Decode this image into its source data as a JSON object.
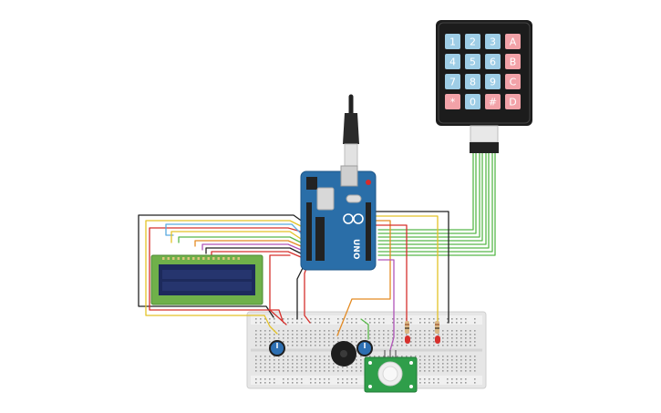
{
  "keypad": {
    "rows": [
      [
        {
          "label": "1",
          "color": "#9ecde6"
        },
        {
          "label": "2",
          "color": "#9ecde6"
        },
        {
          "label": "3",
          "color": "#9ecde6"
        },
        {
          "label": "A",
          "color": "#f2a2a8"
        }
      ],
      [
        {
          "label": "4",
          "color": "#9ecde6"
        },
        {
          "label": "5",
          "color": "#9ecde6"
        },
        {
          "label": "6",
          "color": "#9ecde6"
        },
        {
          "label": "B",
          "color": "#f2a2a8"
        }
      ],
      [
        {
          "label": "7",
          "color": "#9ecde6"
        },
        {
          "label": "8",
          "color": "#9ecde6"
        },
        {
          "label": "9",
          "color": "#9ecde6"
        },
        {
          "label": "C",
          "color": "#f2a2a8"
        }
      ],
      [
        {
          "label": "*",
          "color": "#f2a2a8"
        },
        {
          "label": "0",
          "color": "#9ecde6"
        },
        {
          "label": "#",
          "color": "#f2a2a8"
        },
        {
          "label": "D",
          "color": "#f2a2a8"
        }
      ]
    ]
  },
  "board": {
    "label": "UNO",
    "logo": "arduino-infinity-logo",
    "color": "#2a6ea8"
  },
  "colors": {
    "lcd_bezel": "#6fb04a",
    "lcd_screen": "#1d2a5c",
    "breadboard": "#e8e8e8",
    "wire_green": "#58b84a",
    "wire_red": "#d6302c",
    "wire_black": "#222222",
    "wire_yellow": "#e3c227",
    "wire_orange": "#e48b23",
    "wire_purple": "#b054b8",
    "wire_blue": "#5aaadf",
    "pir_board": "#2f9e4a",
    "potentiometer": "#2d6fb2"
  }
}
